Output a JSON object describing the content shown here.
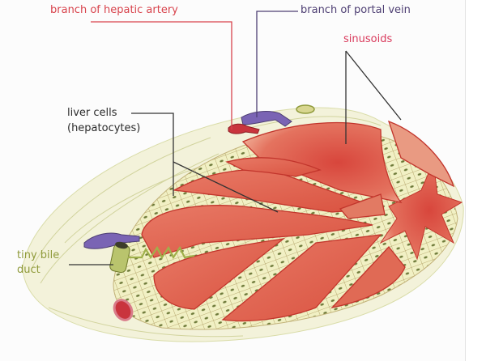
{
  "diagram": {
    "type": "anatomical-illustration",
    "subject": "liver lobule cross-section",
    "labels": {
      "hepatic_artery": "branch of hepatic artery",
      "portal_vein": "branch of portal vein",
      "sinusoids": "sinusoids",
      "liver_cells_line1": "liver cells",
      "liver_cells_line2": "(hepatocytes)",
      "bile_duct_line1": "tiny bile",
      "bile_duct_line2": "duct"
    },
    "colors": {
      "artery_label": "#d8434c",
      "portal_label": "#4e3f73",
      "sinusoid_label": "#d93a5c",
      "liver_label": "#2b2b2b",
      "bile_label": "#8f9a3a",
      "sinusoid_fill": "#e0604f",
      "sinusoid_edge": "#c2352c",
      "hepatocyte_fill": "#f1f0c4",
      "hepatocyte_nucleus": "#6e7a3a",
      "portal_vein_fill": "#7a64b4",
      "artery_fill": "#c9343d",
      "bile_duct_fill": "#b9c46d",
      "connective_tissue": "#d9dca8"
    }
  }
}
